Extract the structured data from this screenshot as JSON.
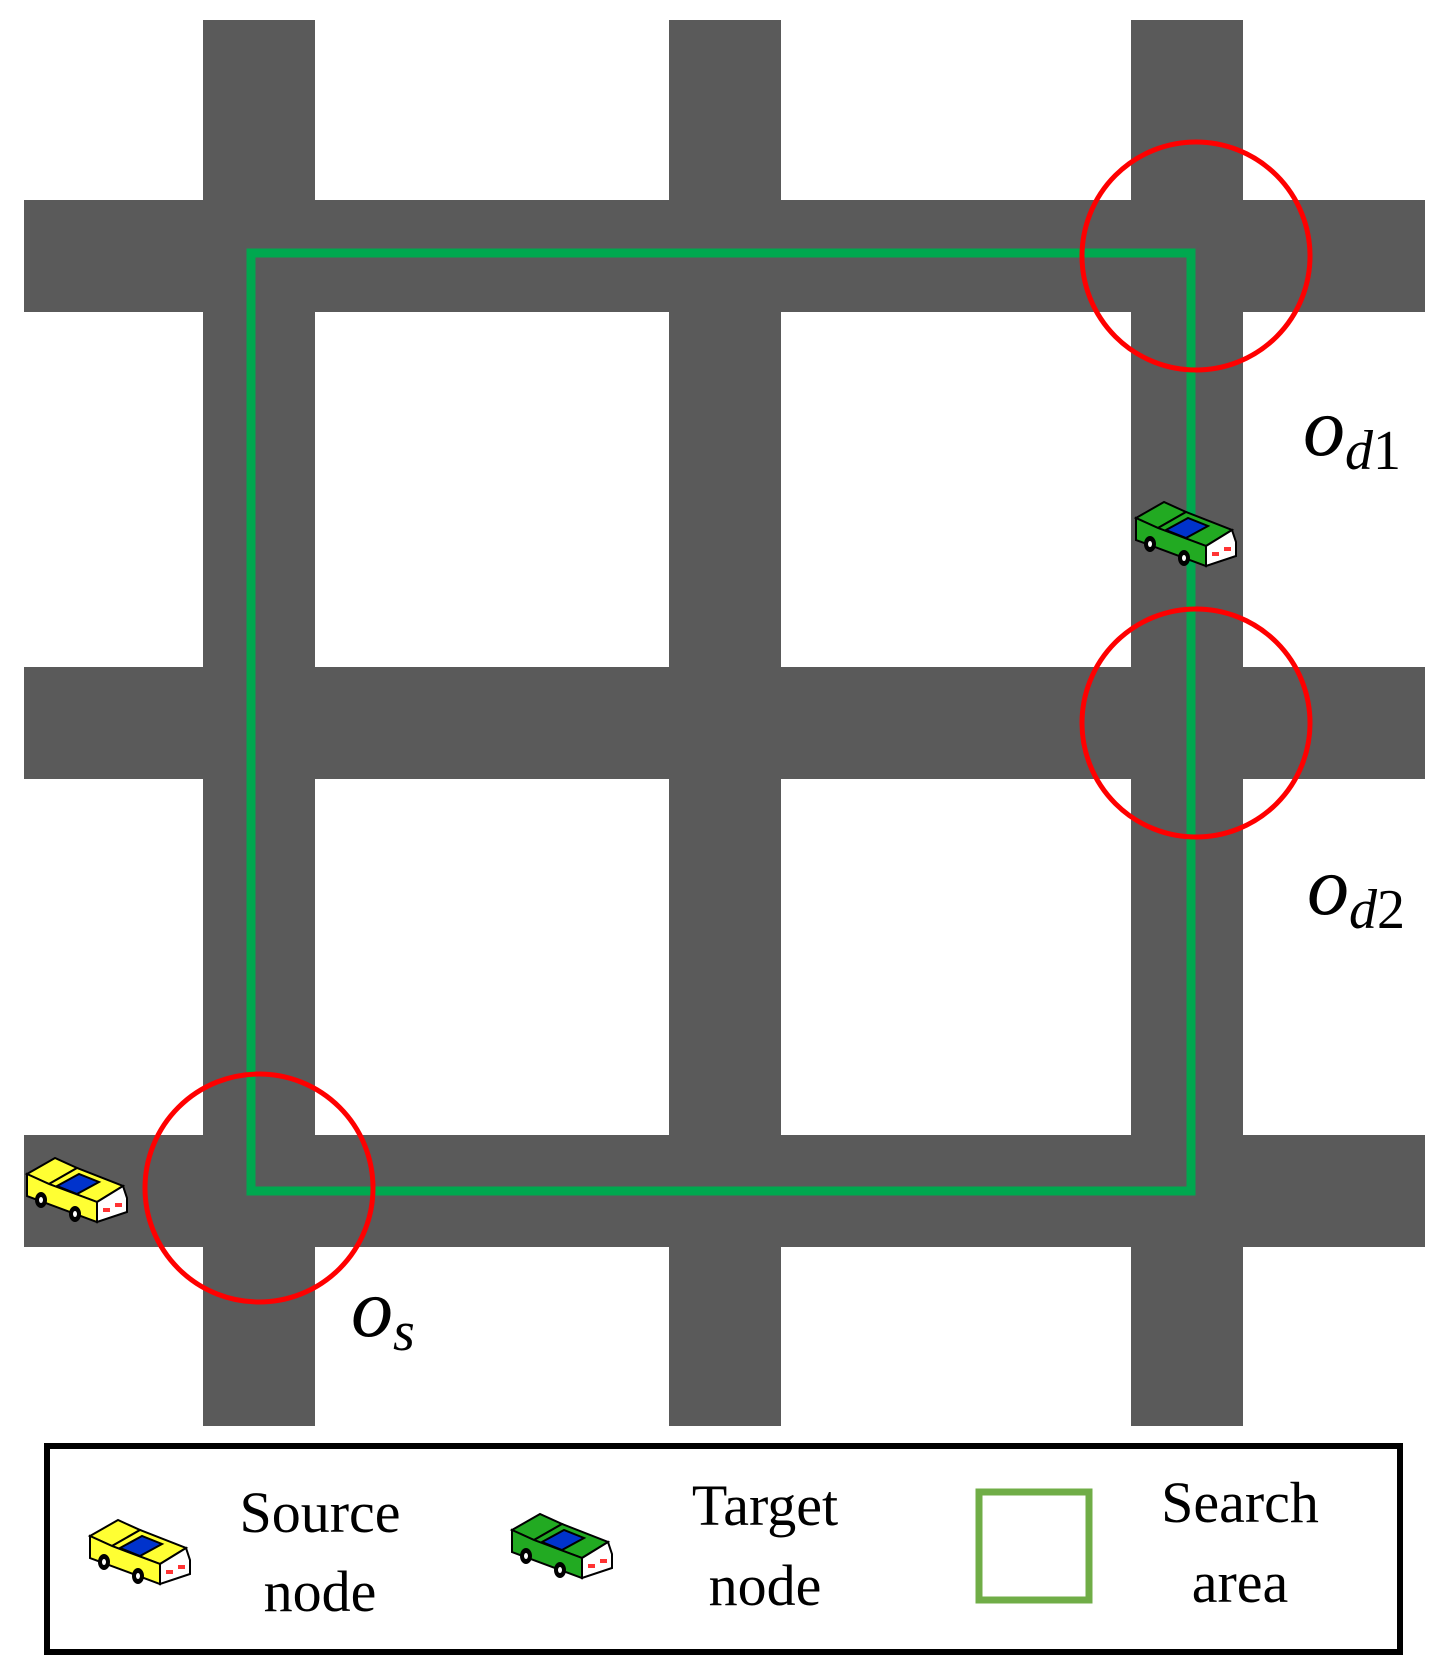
{
  "colors": {
    "road": "#5a5a5a",
    "search_area": "#00a84f",
    "legend_search_area": "#70ad47",
    "circle": "#ff0000",
    "source_car": "#ffff33",
    "target_car": "#22aa22",
    "car_window": "#0033cc",
    "car_light": "#ff3333"
  },
  "labels": {
    "od1_main": "o",
    "od1_sub": "d",
    "od1_num": "1",
    "od2_main": "o",
    "od2_sub": "d",
    "od2_num": "2",
    "os_main": "o",
    "os_sub": "s"
  },
  "legend": {
    "source": {
      "line1": "Source",
      "line2": "node",
      "icon": "yellow-car-icon"
    },
    "target": {
      "line1": "Target",
      "line2": "node",
      "icon": "green-car-icon"
    },
    "search": {
      "line1": "Search",
      "line2": "area",
      "icon": "green-square-icon"
    }
  }
}
